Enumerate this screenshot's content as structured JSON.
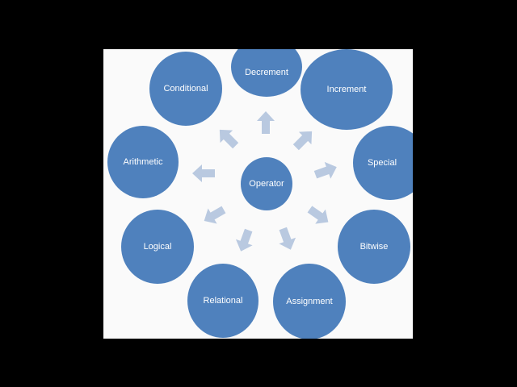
{
  "diagram": {
    "center": "Operator",
    "nodes": [
      {
        "key": "decrement",
        "label": "Decrement"
      },
      {
        "key": "increment",
        "label": "Increment"
      },
      {
        "key": "conditional",
        "label": "Conditional"
      },
      {
        "key": "arithmetic",
        "label": "Arithmetic"
      },
      {
        "key": "special",
        "label": "Special"
      },
      {
        "key": "logical",
        "label": "Logical"
      },
      {
        "key": "bitwise",
        "label": "Bitwise"
      },
      {
        "key": "relational",
        "label": "Relational"
      },
      {
        "key": "assignment",
        "label": "Assignment"
      }
    ],
    "colors": {
      "node_fill": "#4f81bd",
      "arrow_fill": "#b9c9e0",
      "slide_bg": "#fafafa",
      "frame_bg": "#000000"
    }
  }
}
